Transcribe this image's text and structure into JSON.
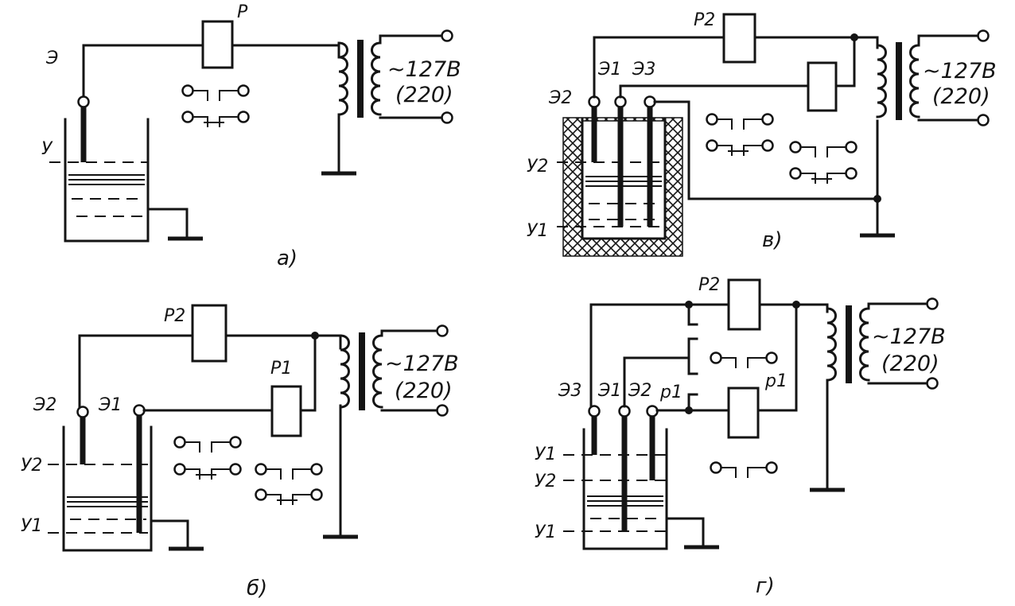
{
  "panels": {
    "a": {
      "caption": "а)",
      "relay": "Р",
      "electrode": "Э",
      "level": "У",
      "voltage": "~127В",
      "voltage_alt": "(220)"
    },
    "v": {
      "caption": "в)",
      "relay_2": "Р2",
      "electrode_1": "Э1",
      "electrode_2": "Э2",
      "electrode_3": "Э3",
      "level_2": "У2",
      "level_1": "У1",
      "voltage": "~127В",
      "voltage_alt": "(220)"
    },
    "b": {
      "caption": "б)",
      "relay_2": "Р2",
      "relay_1": "Р1",
      "electrode_2": "Э2",
      "electrode_1": "Э1",
      "level_2": "У2",
      "level_1": "У1",
      "voltage": "~127В",
      "voltage_alt": "(220)"
    },
    "g": {
      "caption": "г)",
      "relay_2": "Р2",
      "relay_1": "р1",
      "relay_1_b": "р1",
      "electrode_3": "Э3",
      "electrode_1": "Э1",
      "electrode_2": "Э2",
      "level_1_top": "У1",
      "level_2": "У2",
      "level_1": "У1",
      "voltage": "~127В",
      "voltage_alt": "(220)"
    }
  }
}
